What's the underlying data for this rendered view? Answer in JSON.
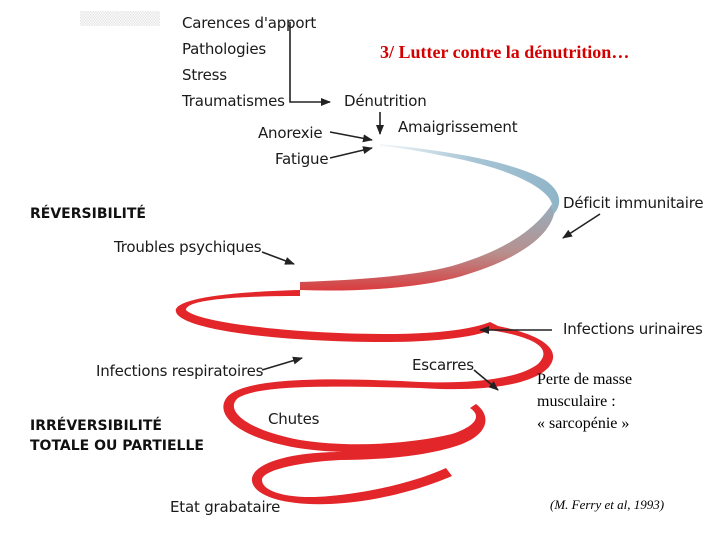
{
  "title": "3/ Lutter contre la dénutrition…",
  "causes": [
    "Carences d'apport",
    "Pathologies",
    "Stress",
    "Traumatismes"
  ],
  "nodes": {
    "denutrition": "Dénutrition",
    "amaigrissement": "Amaigrissement",
    "anorexie": "Anorexie",
    "fatigue": "Fatigue",
    "deficit_immunitaire": "Déficit immunitaire",
    "troubles_psychiques": "Troubles psychiques",
    "infections_urinaires": "Infections urinaires",
    "escarres": "Escarres",
    "infections_respiratoires": "Infections respiratoires",
    "chutes": "Chutes",
    "etat_grabataire": "Etat grabataire"
  },
  "reversibilite": "RÉVERSIBILITÉ",
  "irreversibilite": [
    "IRRÉVERSIBILITÉ",
    "TOTALE OU PARTIELLE"
  ],
  "sarcopenie": [
    "Perte de masse",
    "musculaire :",
    "« sarcopénie »"
  ],
  "citation": "(M. Ferry et al, 1993)",
  "colors": {
    "spiral_red": "#e3262a",
    "spiral_blue": "#8fb4c8",
    "title_red": "#d40000",
    "arrow": "#222222"
  }
}
